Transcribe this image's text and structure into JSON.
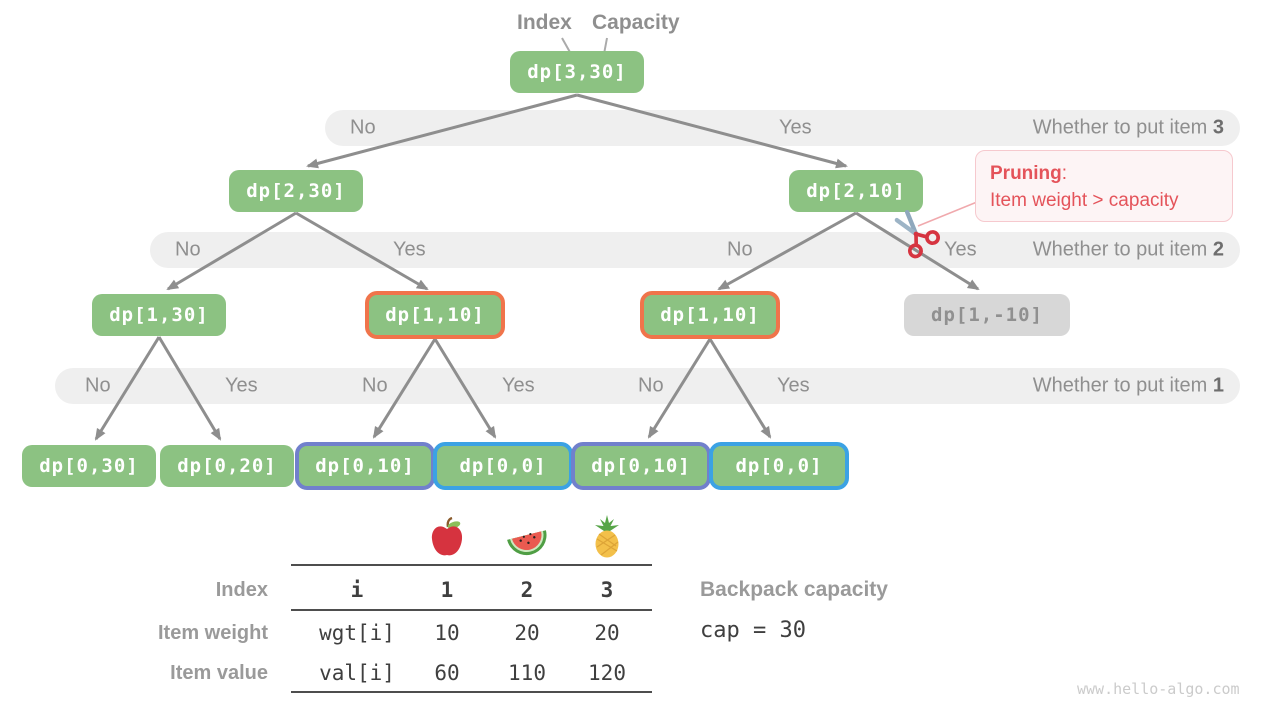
{
  "annotations": {
    "index_label": "Index",
    "capacity_label": "Capacity"
  },
  "tree": {
    "root": "dp[3,30]",
    "level2": {
      "left": "dp[2,30]",
      "right": "dp[2,10]"
    },
    "level1": {
      "a": "dp[1,30]",
      "b": "dp[1,10]",
      "c": "dp[1,10]",
      "d": "dp[1,-10]"
    },
    "level0": {
      "a": "dp[0,30]",
      "b": "dp[0,20]",
      "c": "dp[0,10]",
      "d": "dp[0,0]",
      "e": "dp[0,10]",
      "f": "dp[0,0]"
    }
  },
  "bands": {
    "item3": {
      "decisions": [
        "No",
        "Yes"
      ],
      "question": "Whether to put item ",
      "item": "3"
    },
    "item2": {
      "decisions": [
        "No",
        "Yes",
        "No",
        "Yes"
      ],
      "question": "Whether to put item ",
      "item": "2"
    },
    "item1": {
      "decisions": [
        "No",
        "Yes",
        "No",
        "Yes",
        "No",
        "Yes"
      ],
      "question": "Whether to put item ",
      "item": "1"
    }
  },
  "pruning": {
    "title": "Pruning",
    "separator": ":",
    "description": "Item weight > capacity"
  },
  "items_table": {
    "fruit_icons": [
      "apple-icon",
      "watermelon-icon",
      "pineapple-icon"
    ],
    "rows": [
      {
        "label": "Index",
        "cells": [
          "i",
          "1",
          "2",
          "3"
        ]
      },
      {
        "label": "Item weight",
        "cells": [
          "wgt[i]",
          "10",
          "20",
          "20"
        ]
      },
      {
        "label": "Item value",
        "cells": [
          "val[i]",
          "60",
          "110",
          "120"
        ]
      }
    ]
  },
  "capacity_info": {
    "label": "Backpack capacity",
    "value": "cap = 30"
  },
  "watermark": "www.hello-algo.com",
  "colors": {
    "node_green": "#8cc282",
    "node_disabled_bg": "#d7d7d7",
    "highlight_orange": "#f0744b",
    "highlight_purple": "#7180cc",
    "highlight_blue": "#3ba2e4",
    "band_bg": "#efefef",
    "pruning_red": "#e4535a",
    "arrow_gray": "#8e8e8e"
  }
}
